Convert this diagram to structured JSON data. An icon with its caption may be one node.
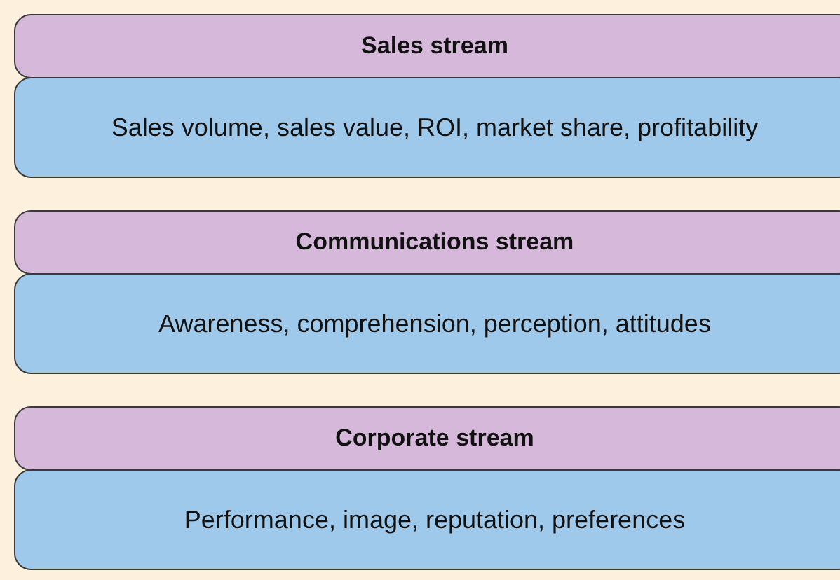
{
  "diagram": {
    "nodes": [
      {
        "text": [
          "Sales stream"
        ]
      },
      {
        "text": [
          "Sales volume, sales value, ROI, market share, profitability"
        ]
      },
      {
        "text": [
          "Communications stream"
        ]
      },
      {
        "text": [
          "Awareness, comprehension, perception, attitudes"
        ]
      },
      {
        "text": [
          "Corporate stream"
        ]
      },
      {
        "text": [
          "Performance, image, reputation, preferences"
        ]
      }
    ],
    "edges": []
  }
}
